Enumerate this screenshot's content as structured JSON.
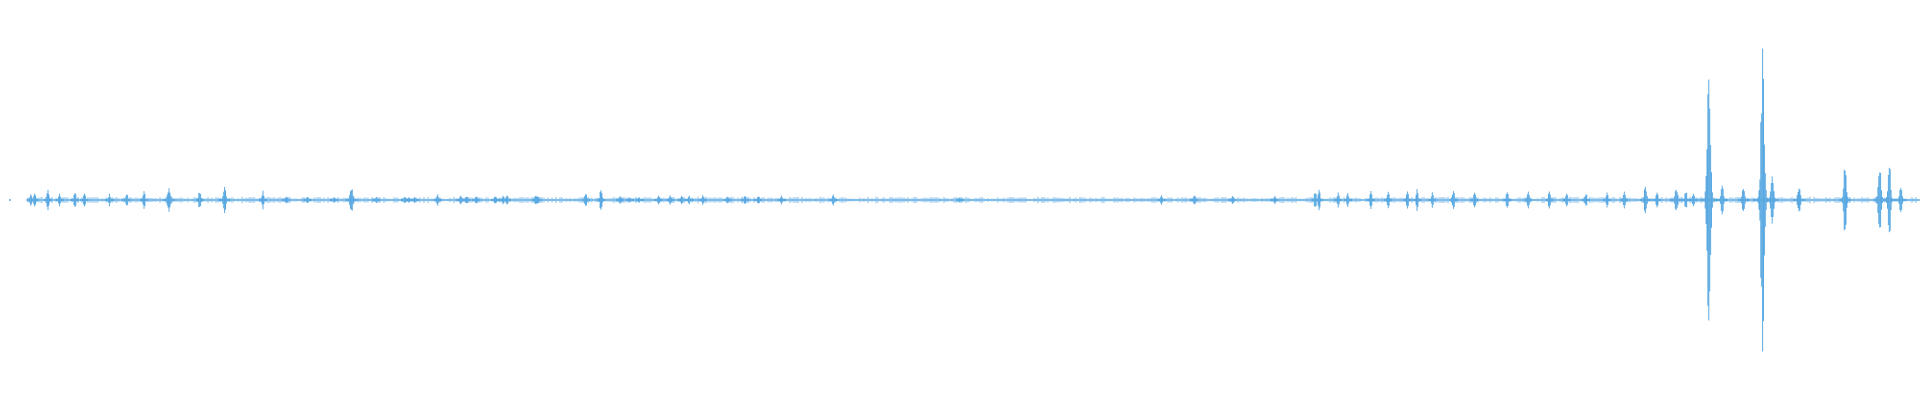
{
  "waveform": {
    "color": "#5aa9e2",
    "background": "#ffffff",
    "peaks": [
      [
        0.004,
        0.012
      ],
      [
        0.016,
        0.04
      ],
      [
        0.018,
        0.05
      ],
      [
        0.025,
        0.07
      ],
      [
        0.031,
        0.05
      ],
      [
        0.039,
        0.06
      ],
      [
        0.044,
        0.05
      ],
      [
        0.057,
        0.04
      ],
      [
        0.066,
        0.05
      ],
      [
        0.075,
        0.07
      ],
      [
        0.088,
        0.1
      ],
      [
        0.104,
        0.07
      ],
      [
        0.117,
        0.09
      ],
      [
        0.137,
        0.06
      ],
      [
        0.149,
        0.03
      ],
      [
        0.16,
        0.03
      ],
      [
        0.174,
        0.02
      ],
      [
        0.183,
        0.1
      ],
      [
        0.196,
        0.02
      ],
      [
        0.211,
        0.03
      ],
      [
        0.213,
        0.02
      ],
      [
        0.216,
        0.02
      ],
      [
        0.228,
        0.04
      ],
      [
        0.24,
        0.03
      ],
      [
        0.243,
        0.03
      ],
      [
        0.248,
        0.03
      ],
      [
        0.258,
        0.03
      ],
      [
        0.262,
        0.03
      ],
      [
        0.264,
        0.04
      ],
      [
        0.279,
        0.04
      ],
      [
        0.28,
        0.03
      ],
      [
        0.305,
        0.05
      ],
      [
        0.313,
        0.08
      ],
      [
        0.323,
        0.03
      ],
      [
        0.328,
        0.02
      ],
      [
        0.333,
        0.02
      ],
      [
        0.343,
        0.03
      ],
      [
        0.349,
        0.03
      ],
      [
        0.355,
        0.03
      ],
      [
        0.359,
        0.03
      ],
      [
        0.366,
        0.03
      ],
      [
        0.379,
        0.03
      ],
      [
        0.388,
        0.03
      ],
      [
        0.395,
        0.03
      ],
      [
        0.407,
        0.03
      ],
      [
        0.434,
        0.04
      ],
      [
        0.5,
        0.02
      ],
      [
        0.605,
        0.03
      ],
      [
        0.622,
        0.04
      ],
      [
        0.642,
        0.03
      ],
      [
        0.664,
        0.03
      ],
      [
        0.685,
        0.06
      ],
      [
        0.687,
        0.08
      ],
      [
        0.697,
        0.05
      ],
      [
        0.702,
        0.05
      ],
      [
        0.714,
        0.07
      ],
      [
        0.723,
        0.07
      ],
      [
        0.733,
        0.06
      ],
      [
        0.738,
        0.07
      ],
      [
        0.746,
        0.05
      ],
      [
        0.757,
        0.08
      ],
      [
        0.768,
        0.05
      ],
      [
        0.785,
        0.06
      ],
      [
        0.796,
        0.06
      ],
      [
        0.807,
        0.08
      ],
      [
        0.816,
        0.05
      ],
      [
        0.826,
        0.05
      ],
      [
        0.837,
        0.05
      ],
      [
        0.846,
        0.06
      ],
      [
        0.857,
        0.09
      ],
      [
        0.863,
        0.06
      ],
      [
        0.873,
        0.1
      ],
      [
        0.878,
        0.07
      ],
      [
        0.882,
        0.06
      ],
      [
        0.89,
        0.87
      ],
      [
        0.897,
        0.1
      ],
      [
        0.908,
        0.09
      ],
      [
        0.918,
        0.95
      ],
      [
        0.923,
        0.2
      ],
      [
        0.937,
        0.1
      ],
      [
        0.961,
        0.25
      ],
      [
        0.979,
        0.28
      ],
      [
        0.984,
        0.27
      ],
      [
        0.99,
        0.1
      ]
    ]
  }
}
